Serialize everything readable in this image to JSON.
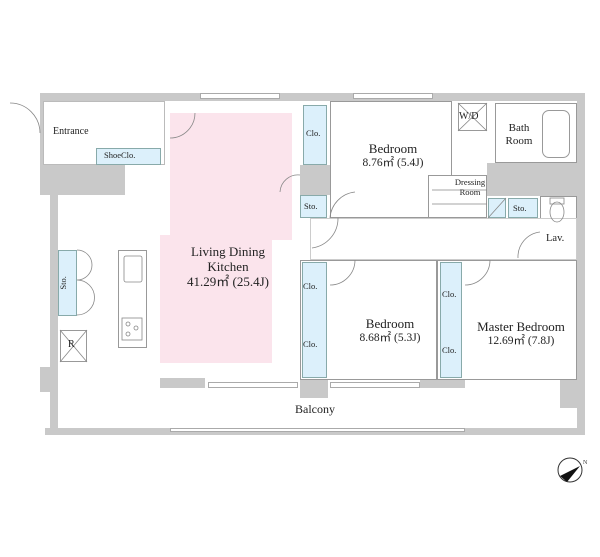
{
  "rooms": {
    "entrance": "Entrance",
    "shoe_closet": "ShoeClo.",
    "ldk_name_1": "Living Dining",
    "ldk_name_2": "Kitchen",
    "ldk_area": "41.29㎡ (25.4J)",
    "bedroom1_name": "Bedroom",
    "bedroom1_area": "8.76㎡ (5.4J)",
    "bedroom2_name": "Bedroom",
    "bedroom2_area": "8.68㎡ (5.3J)",
    "master_name": "Master Bedroom",
    "master_area": "12.69㎡ (7.8J)",
    "wd": "W/D",
    "bath_1": "Bath",
    "bath_2": "Room",
    "dressing_1": "Dressing",
    "dressing_2": "Room",
    "lav": "Lav.",
    "balcony": "Balcony",
    "refrigerator": "R"
  },
  "storage": {
    "clo_bedroom1": "Clo.",
    "sto_bedroom1": "Sto.",
    "sto_bath": "Sto.",
    "sto_kitchen": "Sto.",
    "clo_bedroom2_a": "Clo.",
    "clo_bedroom2_b": "Clo.",
    "clo_master_a": "Clo.",
    "clo_master_b": "Clo."
  },
  "compass": {
    "north_label": "N"
  },
  "colors": {
    "ldk": "#fbe4ec",
    "storage": "#dcf0fb",
    "wall": "#c9c9c9"
  }
}
